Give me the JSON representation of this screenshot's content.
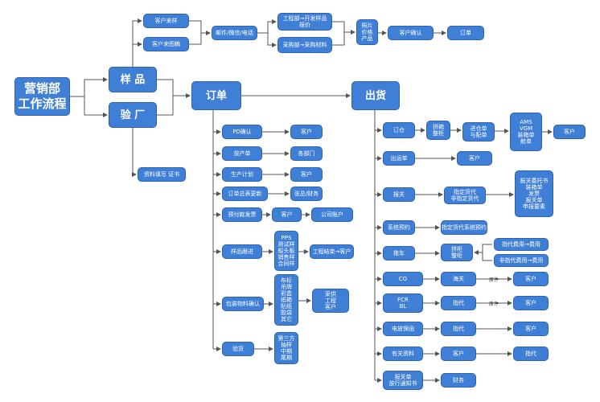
{
  "colors": {
    "node_fill": "#3f7fd6",
    "node_border": "#2d63b0",
    "connector": "#555555",
    "background": "#ffffff"
  },
  "title": "营销部\n工作流程",
  "sample": {
    "label": "样 品",
    "customer_sample": "客户来样",
    "customer_drawing": "客户来图稿",
    "channels": "邮件/微信/电话",
    "engineering": "工程部→开发样品\n报价",
    "purchasing": "采购部→采购材料",
    "photos": "照片\n价格\n产品",
    "confirm": "客户确认",
    "order": "订单"
  },
  "factory": {
    "label": "验 厂",
    "docs": "资料填写 证书"
  },
  "order": {
    "label": "订单",
    "pd": {
      "label": "PD确认",
      "target": "客户"
    },
    "release": {
      "label": "放产单",
      "target": "各部门"
    },
    "plan": {
      "label": "生产计划",
      "target": "客户"
    },
    "update": {
      "label": "订单总表更新",
      "target": "张总/财务"
    },
    "invoice": {
      "label": "预付款发票",
      "target": "客户",
      "final": "公司账户"
    },
    "sample_follow": {
      "label": "样品跟进",
      "items": "PPS\n测试样\n船头板\n销售样\n合同样",
      "result": "工程结束→客户"
    },
    "packaging": {
      "label": "包装物料确认",
      "items": "布标\n吊牌\n彩盒\n纸箱\n贴纸\n胶袋\n其它",
      "result": "采供\n工程\n客户"
    },
    "inspection": {
      "label": "验货",
      "items": "第三方\n抽样\n中期\n尾期"
    }
  },
  "shipping": {
    "label": "出货",
    "booking": {
      "label": "订仓",
      "step1": "拼箱\n整柜",
      "step2": "进仓单\n与配单",
      "docs": "AMS\nVGM\n装箱单\n舱单",
      "target": "客户"
    },
    "out_sheet": {
      "label": "出运单",
      "target": "客户"
    },
    "customs": {
      "label": "报关",
      "forwarder": "指定货代\n非指定货代",
      "docs": "报关委托书\n装箱单\n发票\n报关单\n申报要素"
    },
    "system": {
      "label": "系统预约",
      "target": "指定货代系统预约"
    },
    "truck": {
      "label": "拖车",
      "type": "拼柜\n整柜",
      "opt1": "指代费用→费用",
      "opt2": "非指代费用→费用"
    },
    "co": {
      "label": "CO",
      "step": "海关",
      "note": "原件",
      "target": "客户"
    },
    "fcr": {
      "label": "FCR\nBL",
      "step": "指代",
      "note": "原件",
      "target": "客户"
    },
    "telex": {
      "label": "电放保函",
      "step": "指代",
      "target": "客户"
    },
    "related": {
      "label": "有关资料",
      "step": "客户",
      "target": "指代"
    },
    "notice": {
      "label": "报关单\n放行通知书",
      "target": "财务"
    }
  }
}
